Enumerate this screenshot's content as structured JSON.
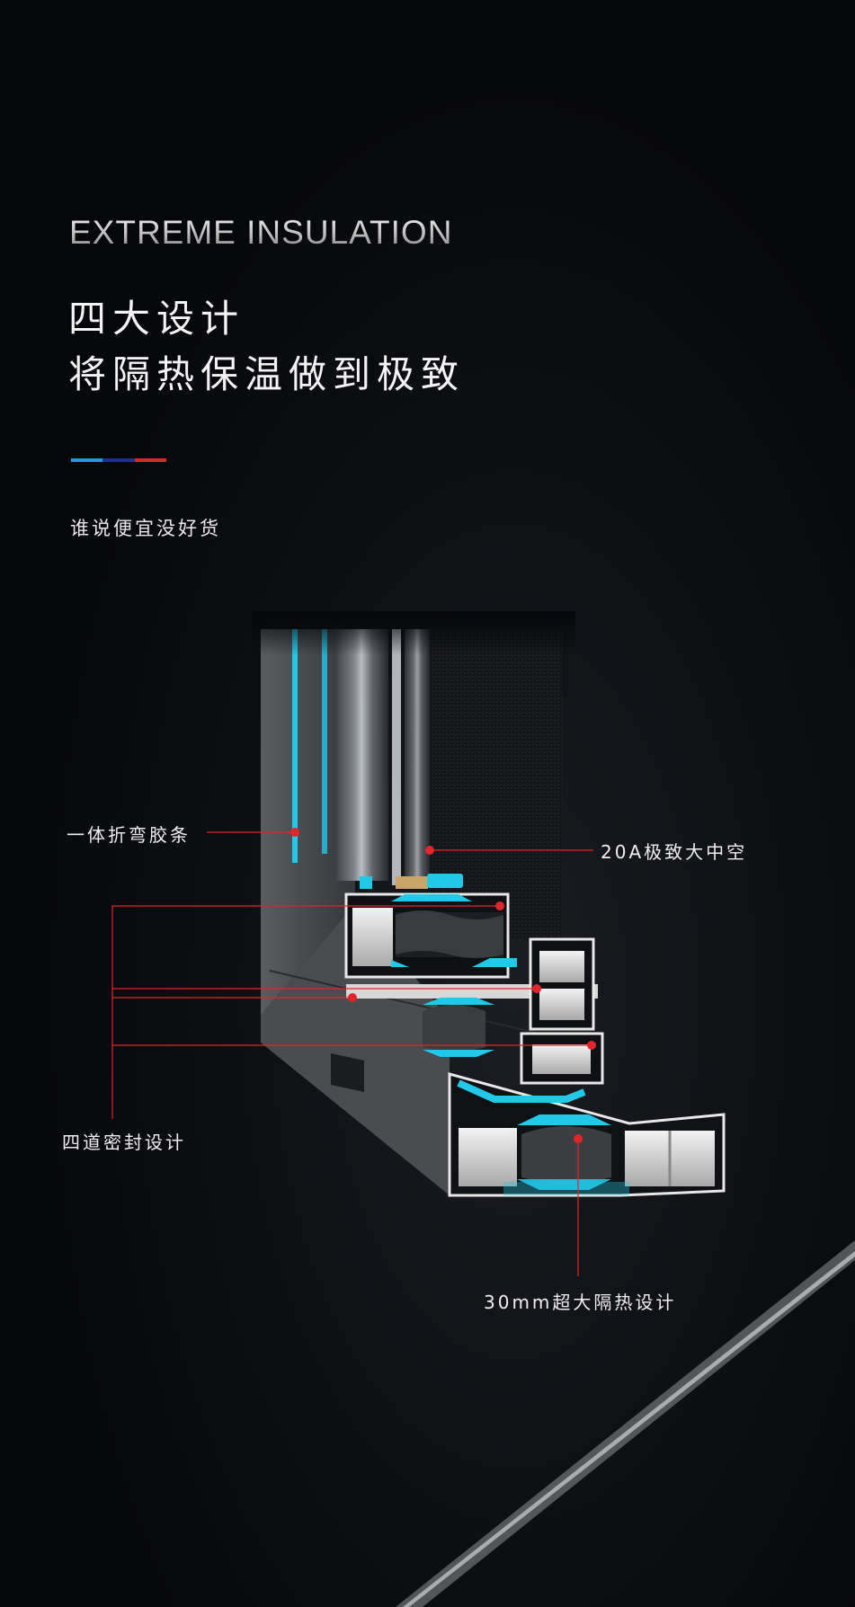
{
  "header": {
    "english_title": "EXTREME INSULATION",
    "title_line1": "四大设计",
    "title_line2": "将隔热保温做到极致",
    "subtitle": "谁说便宜没好货"
  },
  "divider": {
    "colors": [
      "#1e9ad6",
      "#1f2f8c",
      "#d6282b"
    ]
  },
  "callouts": {
    "gasket": "一体折弯胶条",
    "hollow": "20A极致大中空",
    "seals": "四道密封设计",
    "thermal_break": "30mm超大隔热设计"
  },
  "accent_colors": {
    "leader_line": "#e0262b",
    "insulation_strip": "#22c8e8",
    "aluminum": "#cfcfcf"
  },
  "graphic": {
    "name": "window-frame-cross-section",
    "watermark_stripe": "diagonal-light-stripe"
  }
}
